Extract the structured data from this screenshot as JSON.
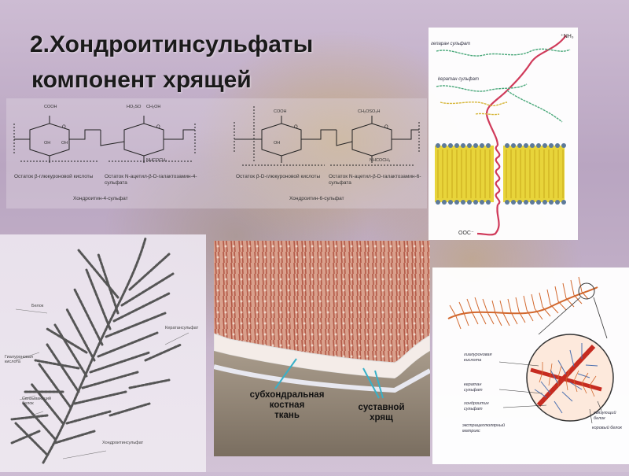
{
  "slide": {
    "title_line1": "2.Хондроитинсульфаты",
    "title_line2": "компонент хрящей"
  },
  "formulas": {
    "caption_left": "Хондроитин-4-сульфат",
    "caption_right": "Хондроитин-6-сульфат",
    "unit1": "Остаток β-глюкуроновой кислоты",
    "unit2": "Остаток N-ацетил-β-D-галактозамин-4-сульфата",
    "unit3": "Остаток β-D-глюкуроновой кислоты",
    "unit4": "Остаток N-ацетил-β-D-галактозамин-6-сульфата",
    "groups": {
      "cooh": "COOH",
      "ch2oh": "CH₂OH",
      "ho3so": "HO₃SO",
      "ch2oso3h": "CH₂OSO₃H",
      "oh": "OH",
      "nhcoch3": "NHCOCH₃",
      "o": "O"
    }
  },
  "aggrecan": {
    "labels": [
      "Белок",
      "Гиалуроновая кислота",
      "Связывающий белок",
      "Кератансульфат",
      "Хондроитинсульфат"
    ]
  },
  "membrane": {
    "label_heparan": "гепаран сульфат",
    "label_keratan": "keратан сульфат",
    "nh3": "⁺NH₃",
    "ooc": "OOC⁻"
  },
  "bone": {
    "label_subchondral": "субхондральная костная ткань",
    "label_subchondral_l1": "субхондральная",
    "label_subchondral_l2": "костная",
    "label_subchondral_l3": "ткань",
    "label_cartilage_l1": "суставной",
    "label_cartilage_l2": "хрящ"
  },
  "matrix": {
    "labels": {
      "hyaluronic": "гиалуроновая кислота",
      "keratan": "кератан сульфат",
      "chondroitin": "хондроитин сульфат",
      "core_protein": "связующий белок",
      "extracellular": "экстрацеллюлярный матрикс",
      "core": "коровый белок"
    }
  },
  "colors": {
    "title": "#1a1a1a",
    "background": "#c4b2c9",
    "membrane_lipid": "#e8d43a",
    "helix": "#d03a5a",
    "matrix_orange": "#d2682e",
    "bone_pink": "#d9a08c"
  }
}
